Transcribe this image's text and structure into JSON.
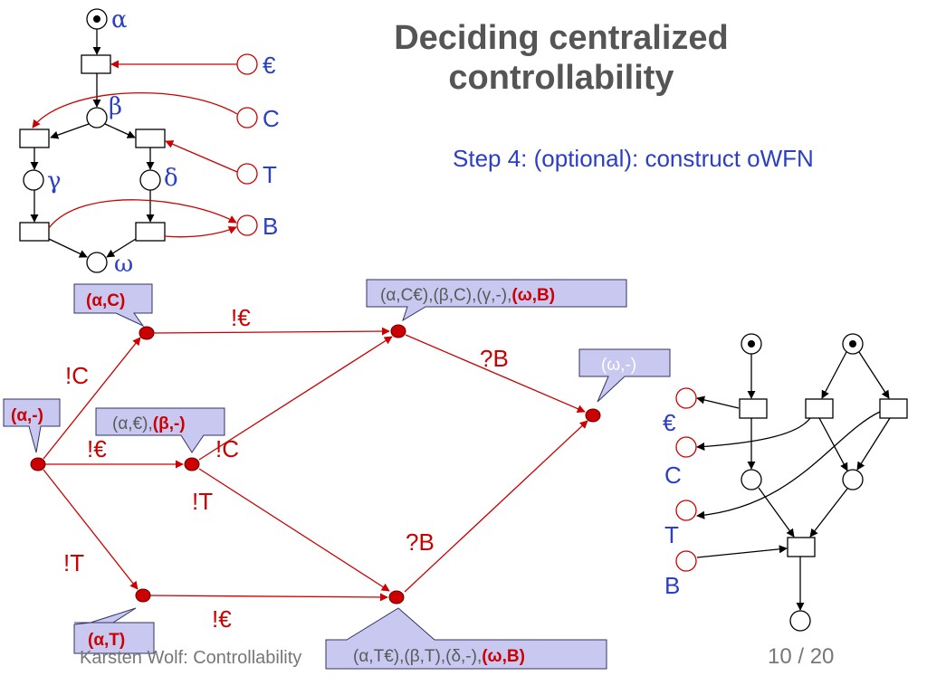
{
  "slide": {
    "title": "Deciding centralized controllability",
    "subtitle": "Step 4: (optional): construct oWFN",
    "footer_author": "Karsten Wolf: Controllability",
    "page": "10 / 20"
  },
  "colors": {
    "blue_text": "#2a3fc4",
    "red": "#cc0000",
    "node_fill": "#cc0000",
    "callout_fill": "#c8c8f0",
    "title_grey": "#555555"
  },
  "small_net": {
    "places": [
      {
        "id": "alpha",
        "label": "α",
        "marked": true
      },
      {
        "id": "beta",
        "label": "β",
        "marked": false
      },
      {
        "id": "gamma",
        "label": "γ",
        "marked": false
      },
      {
        "id": "delta",
        "label": "δ",
        "marked": false
      },
      {
        "id": "omega",
        "label": "ω",
        "marked": false
      }
    ],
    "interface_places": [
      {
        "id": "euro",
        "label": "€"
      },
      {
        "id": "c",
        "label": "C"
      },
      {
        "id": "t",
        "label": "T"
      },
      {
        "id": "b",
        "label": "B"
      }
    ]
  },
  "graph": {
    "nodes": [
      {
        "id": "n0",
        "label_parts": [
          {
            "text": "(α,-)",
            "color": "red"
          }
        ]
      },
      {
        "id": "n1",
        "label_parts": [
          {
            "text": "(α,C)",
            "color": "red"
          }
        ]
      },
      {
        "id": "n2",
        "label_parts": [
          {
            "text": "(α,€),",
            "color": "grey"
          },
          {
            "text": "(β,-)",
            "color": "red"
          }
        ]
      },
      {
        "id": "n3",
        "label_parts": [
          {
            "text": "(α,T)",
            "color": "red"
          }
        ]
      },
      {
        "id": "n4",
        "label_parts": [
          {
            "text": "(α,C€),(β,C),(γ,-),",
            "color": "grey"
          },
          {
            "text": "(ω,B)",
            "color": "red"
          }
        ]
      },
      {
        "id": "n5",
        "label_parts": [
          {
            "text": "(α,T€),(β,T),(δ,-),",
            "color": "grey"
          },
          {
            "text": "(ω,B)",
            "color": "red"
          }
        ]
      },
      {
        "id": "n6",
        "label_parts": [
          {
            "text": "(ω,-)",
            "color": "white"
          }
        ]
      }
    ],
    "edges": [
      {
        "from": "n0",
        "to": "n1",
        "label": "!C"
      },
      {
        "from": "n0",
        "to": "n2",
        "label": "!€"
      },
      {
        "from": "n0",
        "to": "n3",
        "label": "!T"
      },
      {
        "from": "n1",
        "to": "n4",
        "label": "!€"
      },
      {
        "from": "n2",
        "to": "n4",
        "label": "!C"
      },
      {
        "from": "n2",
        "to": "n5",
        "label": "!T"
      },
      {
        "from": "n3",
        "to": "n5",
        "label": "!€"
      },
      {
        "from": "n4",
        "to": "n6",
        "label": "?B"
      },
      {
        "from": "n5",
        "to": "n6",
        "label": "?B"
      }
    ]
  },
  "owfn": {
    "interface_labels": [
      "€",
      "C",
      "T",
      "B"
    ]
  }
}
